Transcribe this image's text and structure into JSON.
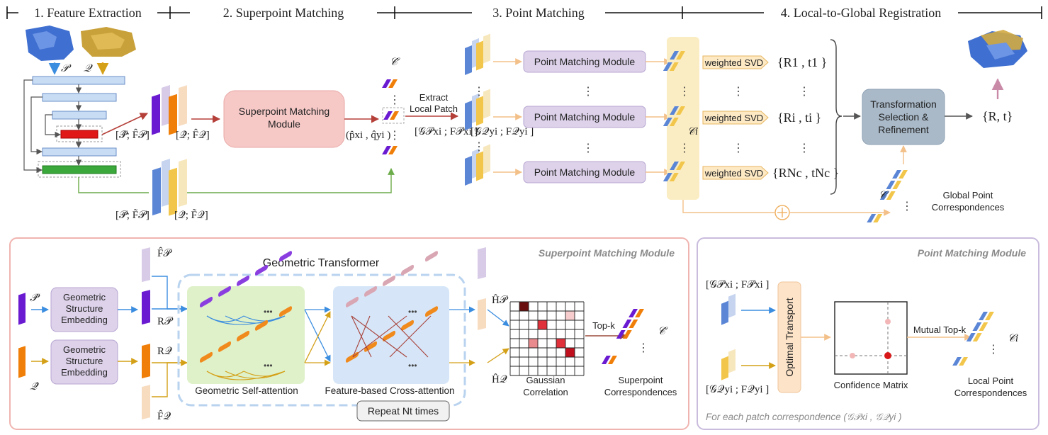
{
  "stages": [
    {
      "label": "1. Feature Extraction"
    },
    {
      "label": "2. Superpoint Matching"
    },
    {
      "label": "3. Point Matching"
    },
    {
      "label": "4. Local-to-Global Registration"
    }
  ],
  "top": {
    "input_p": "𝒫",
    "input_q": "𝒬",
    "superpoint_feat": "[𝒫̂; F̂𝒫]",
    "superpoint_feat_q": "[𝒬̂; F̂𝒬]",
    "dense_feat_p": "[𝒫̃; F̃𝒫]",
    "dense_feat_q": "[𝒬̃; F̃𝒬]",
    "spm_module": [
      "Superpoint Matching",
      "Module"
    ],
    "c_hat": "𝒞̂",
    "corr_pair": "(p̂xi , q̂yi )",
    "extract_patch": [
      "Extract",
      "Local Patch"
    ],
    "patch_p": "[𝒢𝒫xi ; F𝒫xi ]",
    "patch_q": "[𝒢𝒬yi ; F𝒬yi ]",
    "pm_module": "Point Matching Module",
    "weighted_svd": "weighted SVD",
    "rt1": "{R1 , t1 }",
    "rti": "{Ri , ti }",
    "rtn": "{RNc , tNc }",
    "ci": "𝒞i",
    "transformation": [
      "Transformation",
      "Selection &",
      "Refinement"
    ],
    "final_rt": "{R, t}",
    "c_global": "𝒞",
    "global_corr": [
      "Global Point",
      "Correspondences"
    ]
  },
  "spm_panel": {
    "title": "Superpoint Matching Module",
    "geo_transformer": "Geometric Transformer",
    "gse": [
      "Geometric",
      "Structure",
      "Embedding"
    ],
    "p_hat": "𝒫̂",
    "q_hat": "𝒬̂",
    "f_hat_p": "F̂𝒫",
    "r_p": "R𝒫",
    "r_q": "R𝒬",
    "f_hat_q": "F̂𝒬",
    "self_attn": "Geometric Self-attention",
    "cross_attn": "Feature-based Cross-attention",
    "repeat": "Repeat Nt times",
    "h_hat_p": "Ĥ𝒫",
    "h_hat_q": "Ĥ𝒬",
    "gaussian": [
      "Gaussian",
      "Correlation"
    ],
    "topk": "Top-k",
    "c_hat": "𝒞̂",
    "superpoint_corr": [
      "Superpoint",
      "Correspondences"
    ]
  },
  "pm_panel": {
    "title": "Point Matching Module",
    "patch_p": "[𝒢𝒫xi ; F𝒫xi ]",
    "patch_q": "[𝒢𝒬yi ; F𝒬yi ]",
    "optimal_transport": "Optimal Transport",
    "confidence": "Confidence Matrix",
    "mutual_topk": "Mutual Top-k",
    "ci": "𝒞i",
    "local_corr": [
      "Local Point",
      "Correspondences"
    ],
    "footer": "For each patch correspondence (𝒢𝒫xi , 𝒢𝒬yi )"
  },
  "colors": {
    "purple": "#6a1bd1",
    "orange": "#f07f0a",
    "blue": "#5b86d6",
    "yellow": "#f2c64a",
    "red_arrow": "#b5403a",
    "green_arrow": "#6cac4a",
    "pink_box": "#f6c9c7",
    "lilac_box": "#ddd2ea",
    "grey_box": "#a9b9c8",
    "svd_box": "#fde9c4",
    "ci_column": "#fbedc3"
  },
  "gaussian_matrix": {
    "rows": 8,
    "cols": 8,
    "cells": [
      {
        "r": 0,
        "c": 1,
        "v": "dark"
      },
      {
        "r": 1,
        "c": 6,
        "v": "light"
      },
      {
        "r": 2,
        "c": 3,
        "v": "mid"
      },
      {
        "r": 4,
        "c": 2,
        "v": "pink"
      },
      {
        "r": 4,
        "c": 5,
        "v": "mid"
      },
      {
        "r": 5,
        "c": 6,
        "v": "strong"
      }
    ]
  }
}
